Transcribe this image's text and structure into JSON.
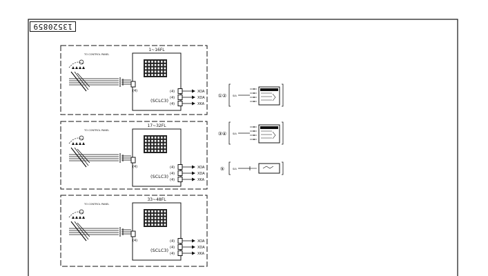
{
  "drawing": {
    "number": "13520859"
  },
  "sections": [
    {
      "floor_range": "1~16FL",
      "panel_label": "TO CONTROL PANEL",
      "controller": "(SCLC3)",
      "outputs": [
        {
          "count": "(4)",
          "code": "XOA"
        },
        {
          "count": "(4)",
          "code": "XDA"
        },
        {
          "count": "(4)",
          "code": "XKA"
        }
      ],
      "input_count": "(4)"
    },
    {
      "floor_range": "17~32FL",
      "panel_label": "TO CONTROL PANEL",
      "controller": "(SCLC3)",
      "outputs": [
        {
          "count": "(4)",
          "code": "XOA"
        },
        {
          "count": "(4)",
          "code": "XDA"
        },
        {
          "count": "(4)",
          "code": "XKA"
        }
      ],
      "input_count": "(4)"
    },
    {
      "floor_range": "33~48FL",
      "panel_label": "TO CONTROL PANEL",
      "controller": "(SCLC3)",
      "outputs": [
        {
          "count": "(4)",
          "code": "XOA"
        },
        {
          "count": "(4)",
          "code": "XDA"
        },
        {
          "count": "(4)",
          "code": "XKA"
        }
      ],
      "input_count": "(4)"
    }
  ],
  "details": [
    {
      "symbol": "①②",
      "label": "SIA"
    },
    {
      "symbol": "③④",
      "label": "SIA"
    },
    {
      "symbol": "⑤",
      "label": "SIA"
    }
  ]
}
